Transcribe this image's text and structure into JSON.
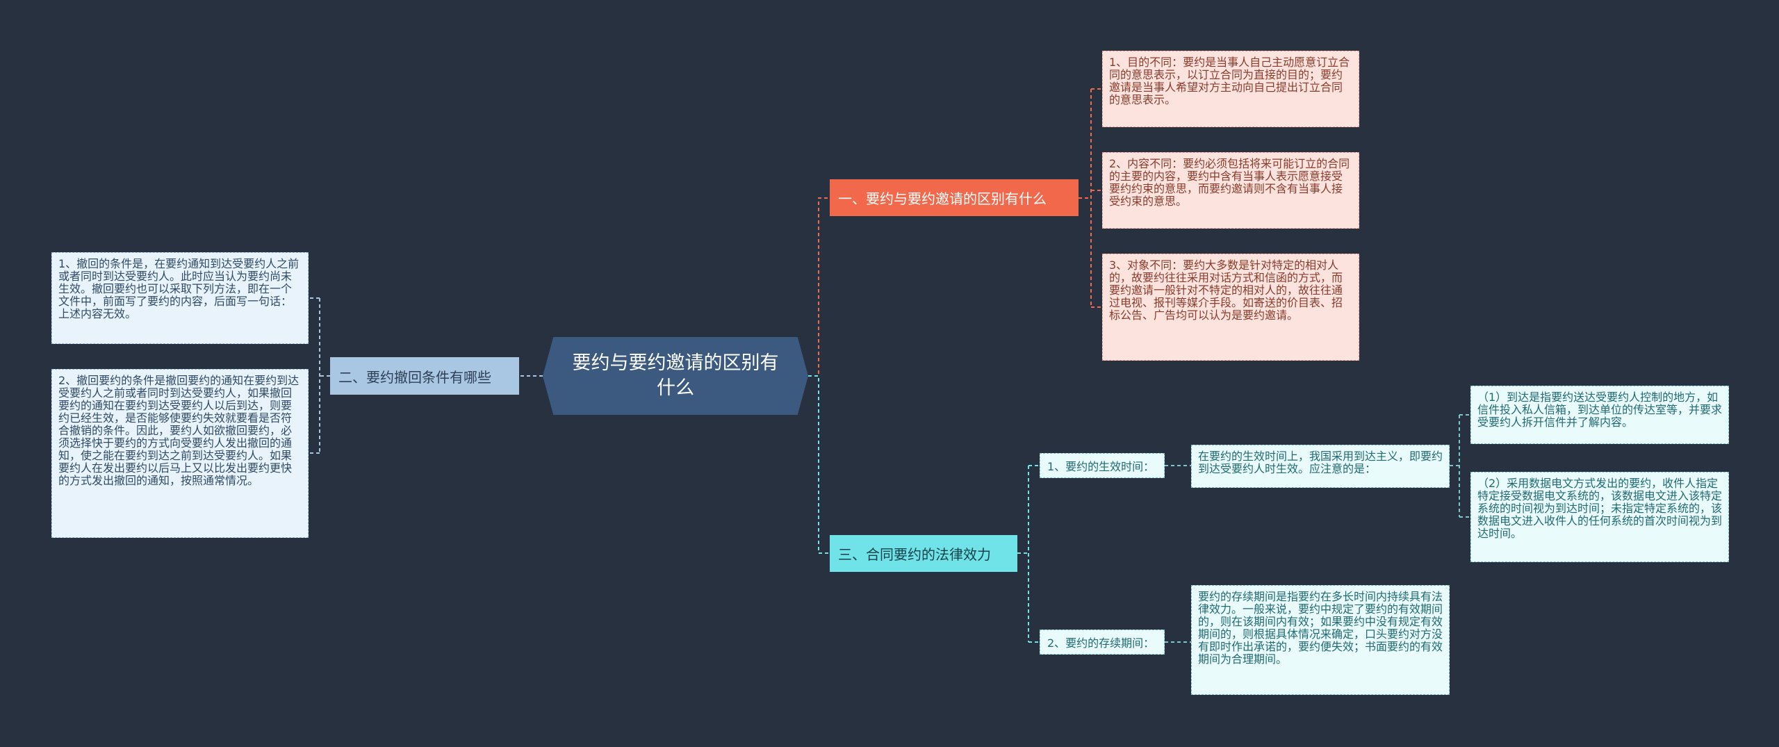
{
  "colors": {
    "background": "#283140",
    "root": "#3c5a80",
    "branch_1": "#f2684b",
    "branch_2": "#a9c7e3",
    "branch_3": "#6fe3e8"
  },
  "root": {
    "title": "要约与要约邀请的区别有什么"
  },
  "branches": [
    {
      "label": "一、要约与要约邀请的区别有什么",
      "items": [
        "1、目的不同：要约是当事人自己主动愿意订立合同的意思表示，以订立合同为直接的目的；要约邀请是当事人希望对方主动向自己提出订立合同的意思表示。",
        "2、内容不同：要约必须包括将来可能订立的合同的主要的内容，要约中含有当事人表示愿意接受要约约束的意思，而要约邀请则不含有当事人接受约束的意思。",
        "3、对象不同：要约大多数是针对特定的相对人的，故要约往往采用对话方式和信函的方式，而要约邀请一般针对不特定的相对人的，故往往通过电视、报刊等媒介手段。如寄送的价目表、招标公告、广告均可以认为是要约邀请。"
      ]
    },
    {
      "label": "二、要约撤回条件有哪些",
      "items": [
        "1、撤回的条件是，在要约通知到达受要约人之前或者同时到达受要约人。此时应当认为要约尚未生效。撤回要约也可以采取下列方法，即在一个文件中，前面写了要约的内容，后面写一句话：上述内容无效。",
        "2、撤回要约的条件是撤回要约的通知在要约到达受要约人之前或者同时到达受要约人，如果撤回要约的通知在要约到达受要约人以后到达，则要约已经生效，是否能够使要约失效就要看是否符合撤销的条件。因此，要约人如欲撤回要约，必须选择快于要约的方式向受要约人发出撤回的通知，使之能在要约到达之前到达受要约人。如果要约人在发出要约以后马上又以比发出要约更快的方式发出撤回的通知，按照通常情况。"
      ]
    },
    {
      "label": "三、合同要约的法律效力",
      "children": [
        {
          "label": "1、要约的生效时间：",
          "text": "在要约的生效时间上，我国采用到达主义，即要约到达受要约人时生效。应注意的是：",
          "items": [
            "（1）到达是指要约送达受要约人控制的地方，如信件投入私人信箱，到达单位的传达室等，并要求受要约人拆开信件并了解内容。",
            "（2）采用数据电文方式发出的要约，收件人指定特定接受数据电文系统的，该数据电文进入该特定系统的时间视为到达时间；未指定特定系统的，该数据电文进入收件人的任何系统的首次时间视为到达时间。"
          ]
        },
        {
          "label": "2、要约的存续期间：",
          "text": "要约的存续期间是指要约在多长时间内持续具有法律效力。一般来说，要约中规定了要约的有效期间的，则在该期间内有效；如果要约中没有规定有效期间的，则根据具体情况来确定，口头要约对方没有即时作出承诺的，要约便失效；书面要约的有效期间为合理期间。"
        }
      ]
    }
  ]
}
